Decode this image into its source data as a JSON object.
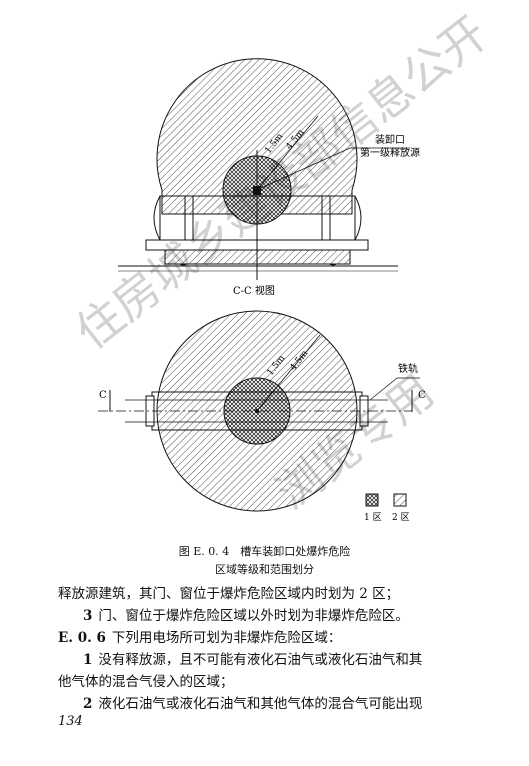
{
  "figure": {
    "labels": {
      "discharge_port": "装卸口",
      "first_release": "第一级释放源",
      "r_small": "1.5m",
      "r_large": "4.5m",
      "section_view": "C-C 视图",
      "rail": "铁轨",
      "c_left": "C",
      "c_right": "C"
    },
    "legend": {
      "zone1": "1 区",
      "zone2": "2 区"
    }
  },
  "caption": {
    "line1": "图 E. 0. 4　槽车装卸口处爆炸危险",
    "line2": "区域等级和范围划分"
  },
  "paragraphs": [
    {
      "num": "",
      "text": "释放源建筑，其门、窗位于爆炸危险区域内时划为 2 区；"
    },
    {
      "num": "3",
      "text": "门、窗位于爆炸危险区域以外时划为非爆炸危险区。"
    },
    {
      "num": "E. 0. 6",
      "text": "下列用电场所可划为非爆炸危险区域："
    },
    {
      "num": "1",
      "text": "没有释放源，且不可能有液化石油气或液化石油气和其"
    },
    {
      "num": "",
      "text": "他气体的混合气侵入的区域；"
    },
    {
      "num": "2",
      "text": "液化石油气或液化石油气和其他气体的混合气可能出现"
    }
  ],
  "page_number": "134",
  "watermark": [
    "住房城乡建设部信息公开",
    "浏览专用"
  ]
}
